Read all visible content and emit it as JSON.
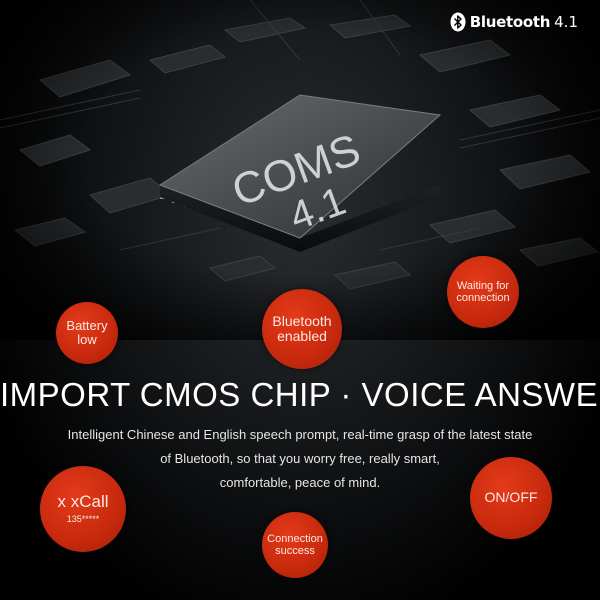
{
  "badge": {
    "icon": "bluetooth-icon",
    "word": "Bluetooth",
    "version": "4.1"
  },
  "chip": {
    "line1": "COMS",
    "line2": "4.1"
  },
  "bubbles": {
    "battery": {
      "line1": "Battery",
      "line2": "low"
    },
    "bluetooth": {
      "line1": "Bluetooth",
      "line2": "enabled"
    },
    "waiting": {
      "line1": "Waiting for",
      "line2": "connection"
    },
    "xxcall": {
      "title": "x xCall",
      "number": "135*****"
    },
    "onoff": {
      "label": "ON/OFF"
    },
    "connection": {
      "line1": "Connection",
      "line2": "success"
    }
  },
  "headline": "IMPORT CMOS CHIP · VOICE ANSWER",
  "description": [
    "Intelligent Chinese and English speech prompt, real-time grasp of the latest state",
    "of Bluetooth, so that you worry free, really smart,",
    "comfortable, peace of mind."
  ],
  "colors": {
    "bubble": "#c7290d",
    "background": "#000000",
    "text": "#ffffff"
  }
}
